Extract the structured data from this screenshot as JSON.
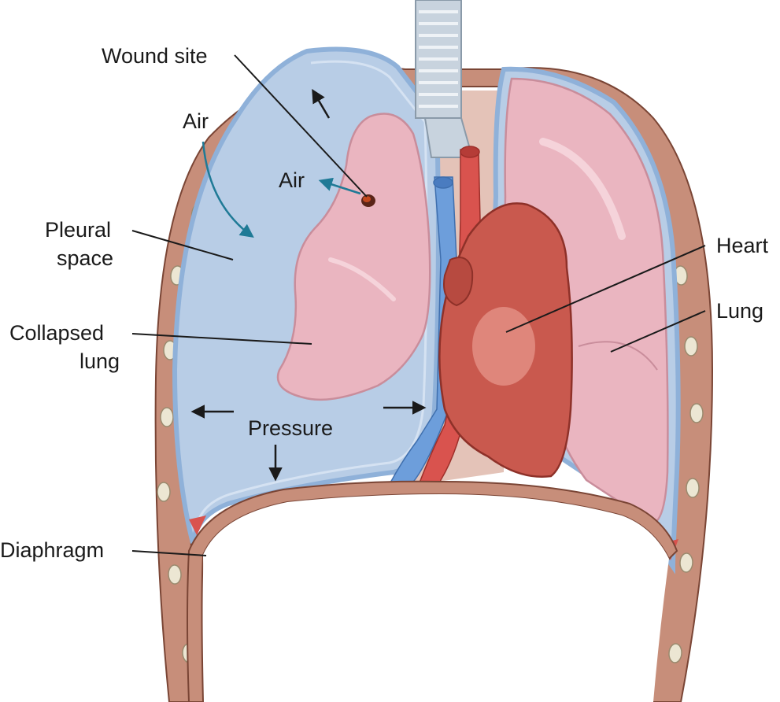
{
  "labels": {
    "wound_site": "Wound site",
    "air_outer": "Air",
    "air_inner": "Air",
    "pleural_1": "Pleural",
    "pleural_2": "space",
    "collapsed_1": "Collapsed",
    "collapsed_2": "lung",
    "pressure": "Pressure",
    "diaphragm": "Diaphragm",
    "heart": "Heart",
    "lung": "Lung"
  },
  "colors": {
    "chest_wall": "#c78e7a",
    "chest_wall_edge": "#7a4535",
    "rib": "#ece6d3",
    "pleural_fill": "#b8cde6",
    "pleural_edge": "#8fb1d9",
    "lung_pink": "#eab5c0",
    "lung_edge": "#c98d9b",
    "heart": "#c9594e",
    "vein_blue": "#6d9edb",
    "artery_red": "#d9534e",
    "trachea": "#c8d3de",
    "air_arrow": "#1f7a96"
  }
}
